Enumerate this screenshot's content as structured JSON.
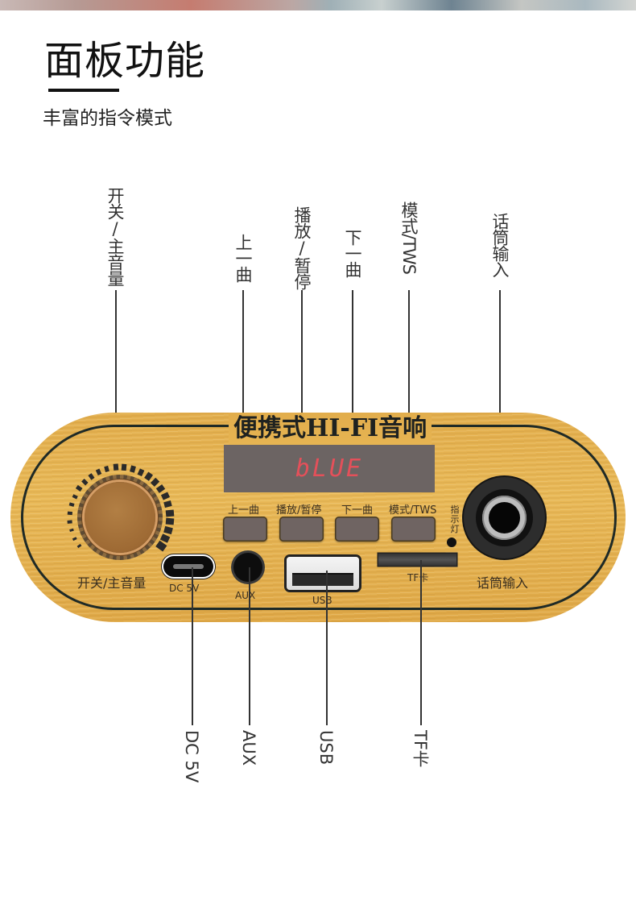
{
  "header": {
    "title": "面板功能",
    "subtitle": "丰富的指令模式"
  },
  "top_callouts": [
    {
      "label": "开关/主音量"
    },
    {
      "label": "上一曲"
    },
    {
      "label": "播放/暂停"
    },
    {
      "label": "下一曲"
    },
    {
      "label": "模式/TWS"
    },
    {
      "label": "话筒输入"
    }
  ],
  "bottom_callouts": [
    {
      "label": "DC 5V"
    },
    {
      "label": "AUX"
    },
    {
      "label": "USB"
    },
    {
      "label": "TF卡"
    }
  ],
  "panel": {
    "brand": "便携式HI-FI音响",
    "display_text": "bLUE",
    "display_color": "#e4505a",
    "wood_color": "#e2ad4c",
    "buttons": [
      {
        "label": "上一曲"
      },
      {
        "label": "播放/暂停"
      },
      {
        "label": "下一曲"
      },
      {
        "label": "模式/TWS"
      }
    ],
    "indicator_label": "指示灯",
    "knob_label": "开关/主音量",
    "ports": {
      "dc": "DC 5V",
      "aux": "AUX",
      "usb": "USB",
      "tf": "TF卡"
    },
    "mic_label": "话筒输入"
  }
}
